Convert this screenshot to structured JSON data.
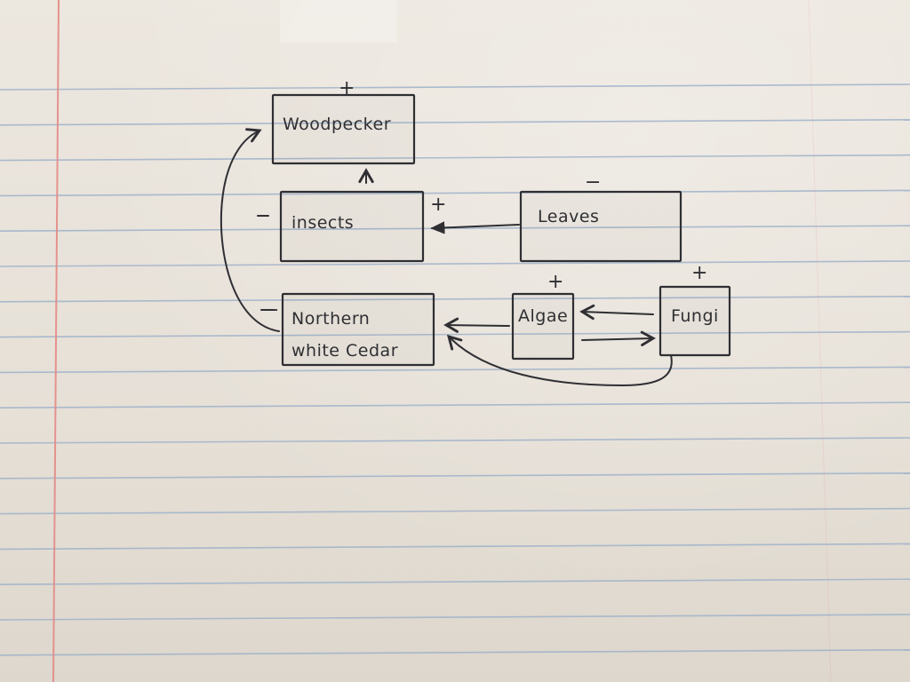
{
  "diagram": {
    "nodes": [
      {
        "id": "woodpecker",
        "label": "Woodpecker",
        "sign": "+"
      },
      {
        "id": "insects",
        "label": "insects",
        "sign": "+"
      },
      {
        "id": "leaves",
        "label": "Leaves",
        "sign": "−"
      },
      {
        "id": "cedar",
        "label_line1": "Northern",
        "label_line2": "white Cedar",
        "sign": "−"
      },
      {
        "id": "algae",
        "label": "Algae",
        "sign": "+"
      },
      {
        "id": "fungi",
        "label": "Fungi",
        "sign": "+"
      }
    ],
    "edges": [
      {
        "from": "insects",
        "to": "woodpecker"
      },
      {
        "from": "leaves",
        "to": "insects"
      },
      {
        "from": "cedar",
        "to": "woodpecker"
      },
      {
        "from": "algae",
        "to": "cedar"
      },
      {
        "from": "fungi",
        "to": "algae"
      },
      {
        "from": "algae",
        "to": "fungi"
      },
      {
        "from": "fungi",
        "to": "cedar"
      }
    ],
    "colors": {
      "ink": "#2f2f33",
      "rule_line": "#9fb2c9",
      "margin_line": "#e58a86"
    }
  }
}
